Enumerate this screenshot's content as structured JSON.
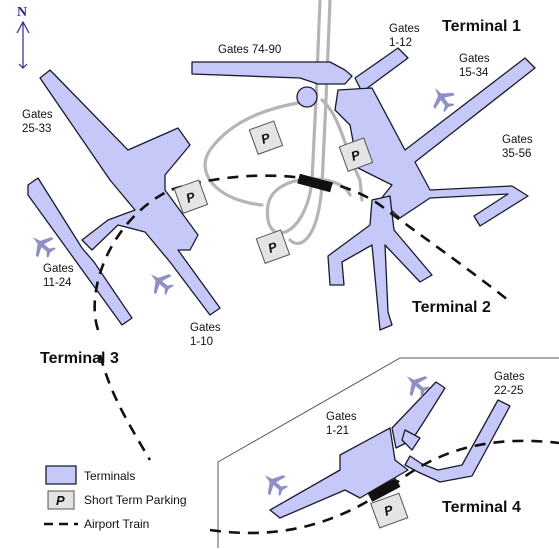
{
  "compass": {
    "label": "N"
  },
  "terminals": {
    "t1": "Terminal 1",
    "t2": "Terminal 2",
    "t3": "Terminal 3",
    "t4": "Terminal 4"
  },
  "gates": {
    "g74_90": "Gates 74-90",
    "g1_12": [
      "Gates",
      "1-12"
    ],
    "g15_34": [
      "Gates",
      "15-34"
    ],
    "g35_56": [
      "Gates",
      "35-56"
    ],
    "g25_33": [
      "Gates",
      "25-33"
    ],
    "g11_24": [
      "Gates",
      "11-24"
    ],
    "g1_10": [
      "Gates",
      "1-10"
    ],
    "g1_21": [
      "Gates",
      "1-21"
    ],
    "g22_25": [
      "Gates",
      "22-25"
    ]
  },
  "parking_label": "P",
  "legend": {
    "terminals": "Terminals",
    "parking": "Short Term Parking",
    "train": "Airport Train"
  },
  "colors": {
    "terminal_fill": "#c6c8f7",
    "parking_fill": "#e4e4e4",
    "road": "#b5b5b5",
    "plane": "#8d8fc6"
  }
}
